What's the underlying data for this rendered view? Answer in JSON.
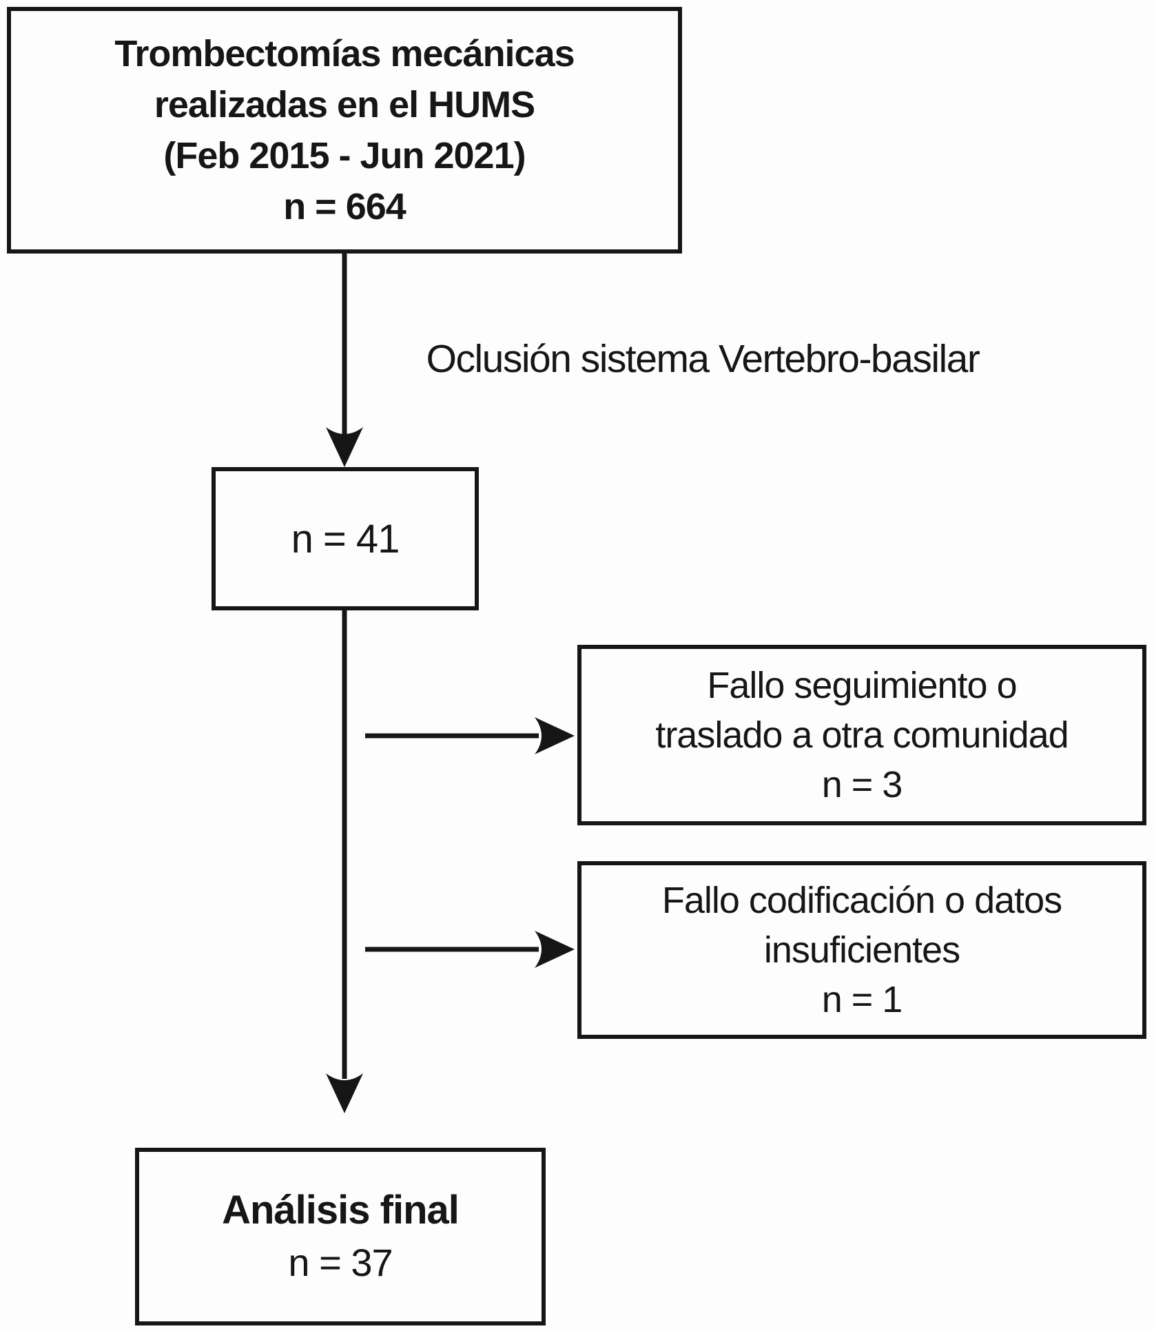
{
  "figure": {
    "type": "patient-flow-diagram",
    "colors": {
      "ink": "#161616",
      "background": "#fdfdfd"
    },
    "boxes": {
      "source": {
        "lines": [
          "Trombectomías mecánicas",
          "realizadas en el HUMS",
          "(Feb 2015 - Jun 2021)",
          "n = 664"
        ]
      },
      "occlusion": {
        "lines": [
          "n = 41"
        ]
      },
      "exclusion1": {
        "lines": [
          "Fallo seguimiento o",
          "traslado a otra comunidad",
          "n = 3"
        ]
      },
      "exclusion2": {
        "lines": [
          "Fallo codificación o datos",
          "insuficientes",
          "n = 1"
        ]
      },
      "final": {
        "lines": [
          "Análisis final",
          "n = 37"
        ]
      }
    },
    "labels": {
      "branch": "Oclusión sistema Vertebro-basilar"
    }
  }
}
